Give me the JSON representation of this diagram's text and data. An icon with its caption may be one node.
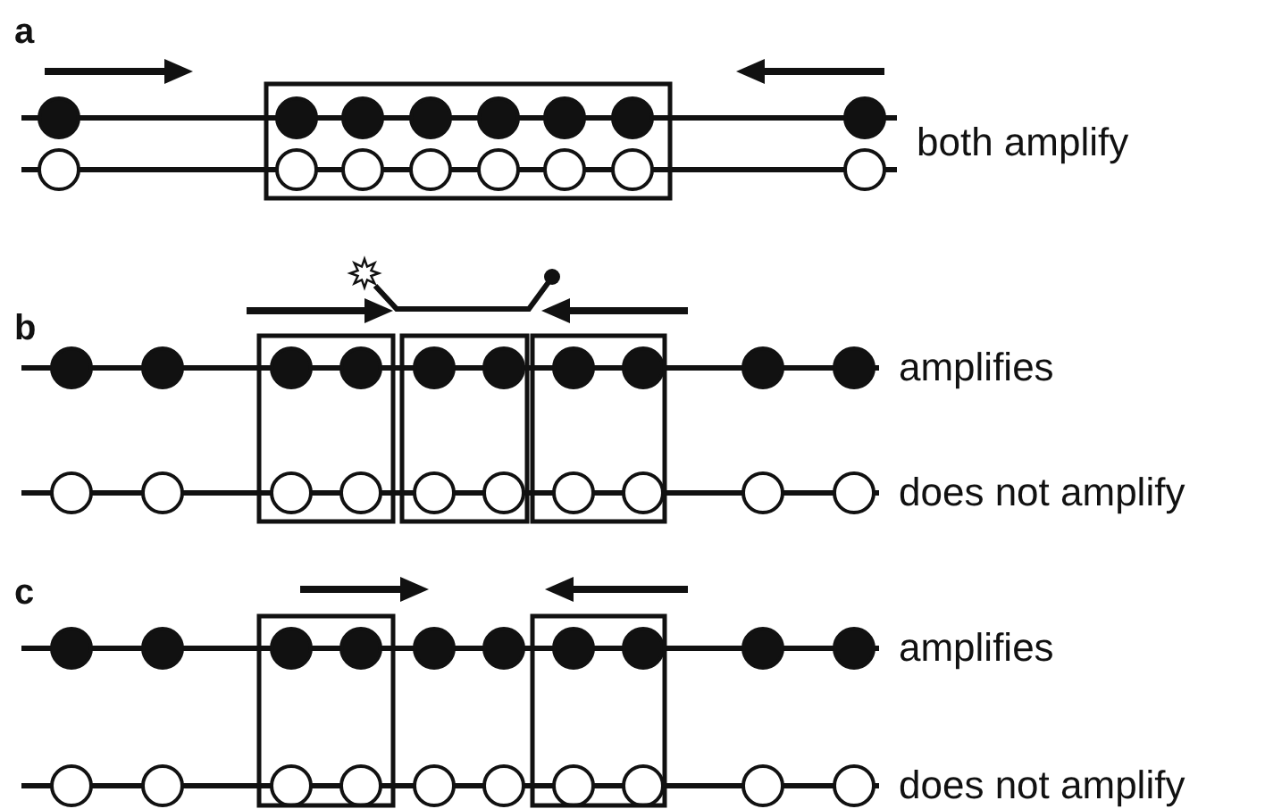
{
  "diagram": {
    "labels": [
      "a",
      "both amplify",
      "b",
      "amplifies",
      "does not amplify",
      "c",
      "amplifies",
      "does not amplify"
    ]
  }
}
